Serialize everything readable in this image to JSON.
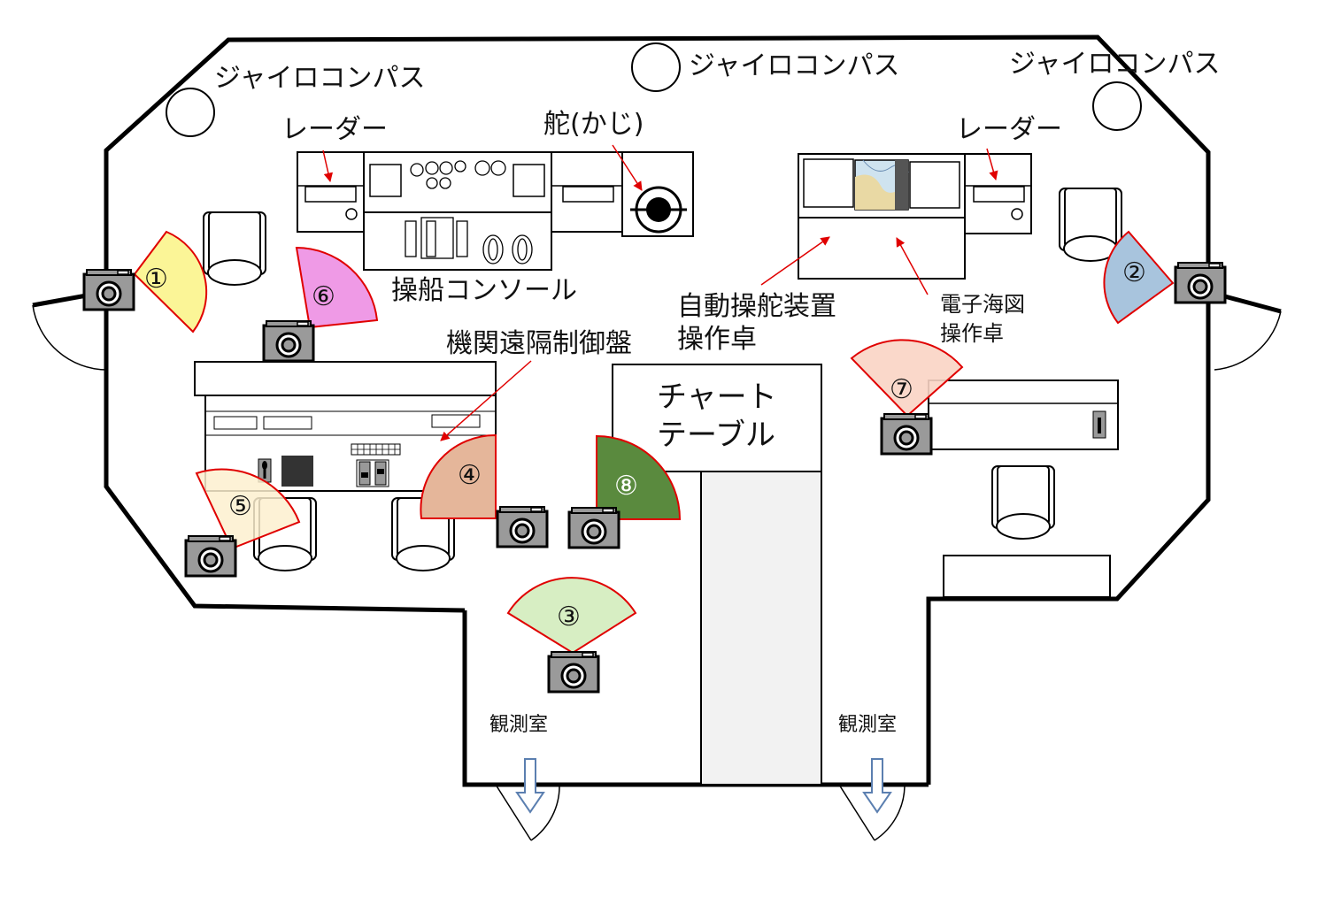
{
  "labels": {
    "gyro_compass_1": "ジャイロコンパス",
    "gyro_compass_2": "ジャイロコンパス",
    "gyro_compass_3": "ジャイロコンパス",
    "radar_left": "レーダー",
    "radar_right": "レーダー",
    "rudder": "舵(かじ)",
    "steering_console": "操船コンソール",
    "autopilot_line1": "自動操舵装置",
    "autopilot_line2": "操作卓",
    "ecdis_line1": "電子海図",
    "ecdis_line2": "操作卓",
    "engine_panel": "機関遠隔制御盤",
    "chart_table_line1": "チャート",
    "chart_table_line2": "テーブル",
    "observation_left": "観測室",
    "observation_right": "観測室"
  },
  "cameras": [
    {
      "id": "①",
      "color": "#fbf597"
    },
    {
      "id": "②",
      "color": "#a8c4dd"
    },
    {
      "id": "③",
      "color": "#d7eec3"
    },
    {
      "id": "④",
      "color": "#e5b69a"
    },
    {
      "id": "⑤",
      "color": "#fdf0cf"
    },
    {
      "id": "⑥",
      "color": "#ef9ae6"
    },
    {
      "id": "⑦",
      "color": "#f9d4c4"
    },
    {
      "id": "⑧",
      "color": "#5a8a3e"
    }
  ],
  "colors": {
    "wall": "#000000",
    "arrow": "#e00000",
    "fov_outline": "#e00000",
    "corridor": "#f2f2f2",
    "exit_arrow": "#5b7fb0"
  }
}
